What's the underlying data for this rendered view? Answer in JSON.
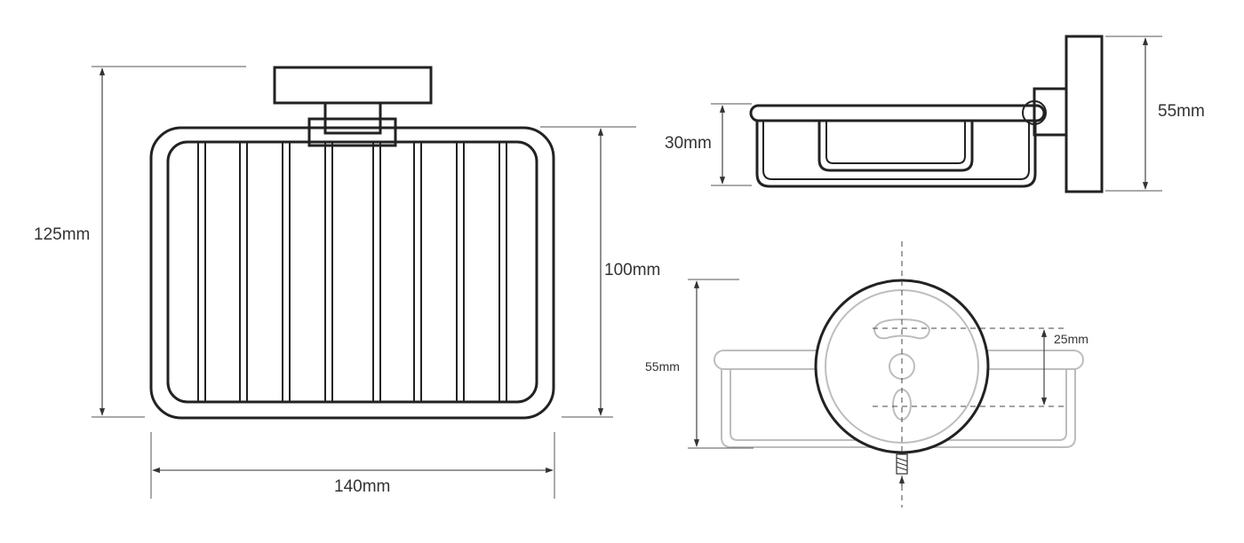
{
  "dimensions": {
    "front_height": "125mm",
    "front_basket_height": "100mm",
    "front_width": "140mm",
    "side_depth": "30mm",
    "side_height": "55mm",
    "bottom_height": "55mm",
    "bottom_hole_spacing": "25mm"
  }
}
